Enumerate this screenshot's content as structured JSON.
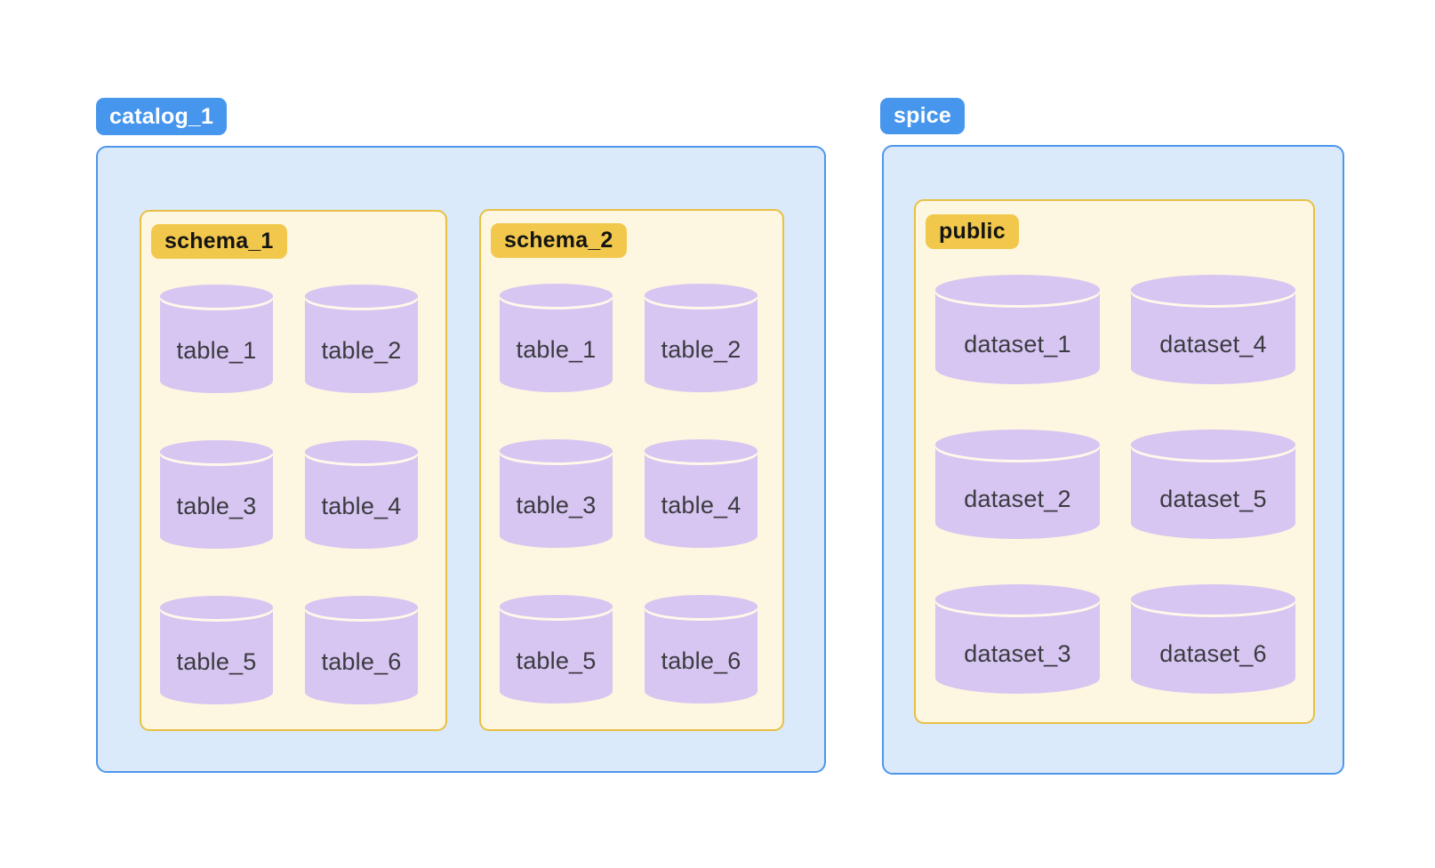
{
  "colors": {
    "page_bg": "#ffffff",
    "container_label_bg": "#4796EE",
    "container_label_text": "#ffffff",
    "container_bg": "#DBEAFB",
    "container_border": "#4E96EC",
    "group_bg": "#FDF6E0",
    "group_border": "#E7C045",
    "group_label_bg": "#F2C84C",
    "group_label_text": "#141414",
    "cylinder_fill": "#D7C5F2",
    "cylinder_rim": "#FEF9EA",
    "cylinder_text": "#3B3B40"
  },
  "containers": [
    {
      "label": "catalog_1",
      "groups": [
        {
          "label": "schema_1",
          "items": [
            "table_1",
            "table_2",
            "table_3",
            "table_4",
            "table_5",
            "table_6"
          ]
        },
        {
          "label": "schema_2",
          "items": [
            "table_1",
            "table_2",
            "table_3",
            "table_4",
            "table_5",
            "table_6"
          ]
        }
      ]
    },
    {
      "label": "spice",
      "groups": [
        {
          "label": "public",
          "items": [
            "dataset_1",
            "dataset_4",
            "dataset_2",
            "dataset_5",
            "dataset_3",
            "dataset_6"
          ]
        }
      ]
    }
  ]
}
